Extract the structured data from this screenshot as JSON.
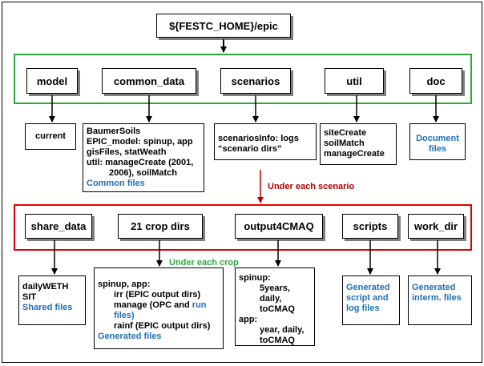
{
  "root": "${FESTC_HOME}/epic",
  "top_dirs": {
    "model": "model",
    "common_data": "common_data",
    "scenarios": "scenarios",
    "util": "util",
    "doc": "doc"
  },
  "model_desc": [
    "current"
  ],
  "common_data_desc": {
    "lines": [
      "BaumerSoils",
      "EPIC_model: spinup, app",
      "gisFiles, statWeath",
      "util: manageCreate (2001,",
      "2006), soilMatch"
    ],
    "note": "Common files"
  },
  "scenarios_desc": [
    "scenariosInfo: logs",
    "“scenario dirs”"
  ],
  "util_desc": [
    "siteCreate",
    "soilMatch",
    "manageCreate"
  ],
  "doc_desc": [
    "Document",
    "files"
  ],
  "under_each_scenario": "Under each scenario",
  "under_each_crop": "Under each crop",
  "scenario_dirs": {
    "share_data": "share_data",
    "crop_dirs": "21 crop dirs",
    "output4cmaq": "output4CMAQ",
    "scripts": "scripts",
    "work_dir": "work_dir"
  },
  "share_data_desc": {
    "lines": [
      "dailyWETH",
      "SIT"
    ],
    "note": "Shared files"
  },
  "crop_desc": {
    "line1": "spinup, app:",
    "line2": "irr (EPIC output dirs)",
    "line3a": "manage (OPC and ",
    "line3b": "run",
    "line4": "files)",
    "line5": "rainf (EPIC output dirs)",
    "note": "Generated files"
  },
  "output_desc": {
    "spinup": "spinup:",
    "spinup_a": "5years, daily,",
    "spinup_b": "toCMAQ",
    "app": "app:",
    "app_a": "year, daily,",
    "app_b": "toCMAQ"
  },
  "scripts_desc": [
    "Generated",
    "script and",
    "log files"
  ],
  "work_dir_desc": [
    "Generated",
    "interm. files"
  ],
  "colors": {
    "top_group_border": "#2eaa3c",
    "bottom_group_border": "#e00000",
    "note_blue": "#1f6fb5",
    "scenario_label": "#b00000",
    "crop_label": "#2eaa3c"
  }
}
